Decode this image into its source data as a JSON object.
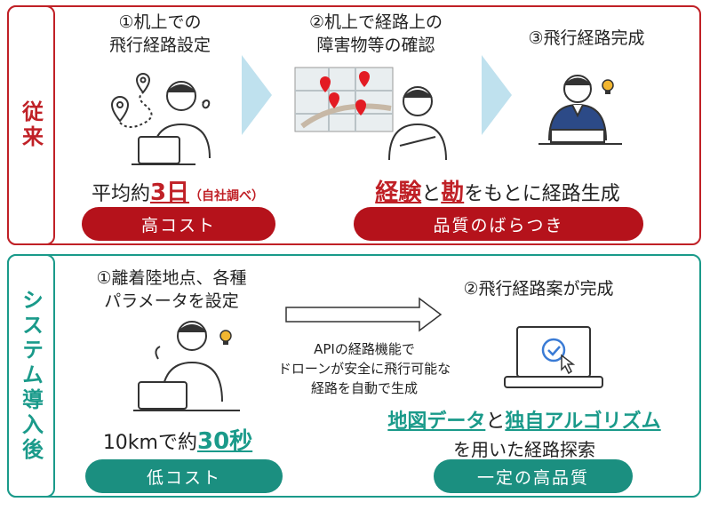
{
  "before": {
    "label": "従来",
    "step1_line1": "①机上での",
    "step1_line2": "飛行経路設定",
    "step2_line1": "②机上で経路上の",
    "step2_line2": "障害物等の確認",
    "step3": "③飛行経路完成",
    "time_prefix": "平均約",
    "time_value": "3日",
    "time_note": "（自社調べ）",
    "method_em1": "経験",
    "method_mid": "と",
    "method_em2": "勘",
    "method_suffix": "をもとに経路生成",
    "pill_left": "高コスト",
    "pill_right": "品質のばらつき"
  },
  "after": {
    "label": "システム導入後",
    "step1_line1": "①離着陸地点、各種",
    "step1_line2": "パラメータを設定",
    "step2": "②飛行経路案が完成",
    "arrow_line1": "APIの経路機能で",
    "arrow_line2": "ドローンが安全に飛行可能な",
    "arrow_line3": "経路を自動で生成",
    "time_prefix": "10kmで約",
    "time_value": "30秒",
    "method_em1": "地図データ",
    "method_mid": "と",
    "method_em2": "独自アルゴリズム",
    "method_line2": "を用いた経路探索",
    "pill_left": "低コスト",
    "pill_right": "一定の高品質"
  },
  "colors": {
    "before_accent": "#c02026",
    "after_accent": "#1a9a8a",
    "arrow_fill": "#bfe1ee",
    "bulb": "#f2b630"
  }
}
